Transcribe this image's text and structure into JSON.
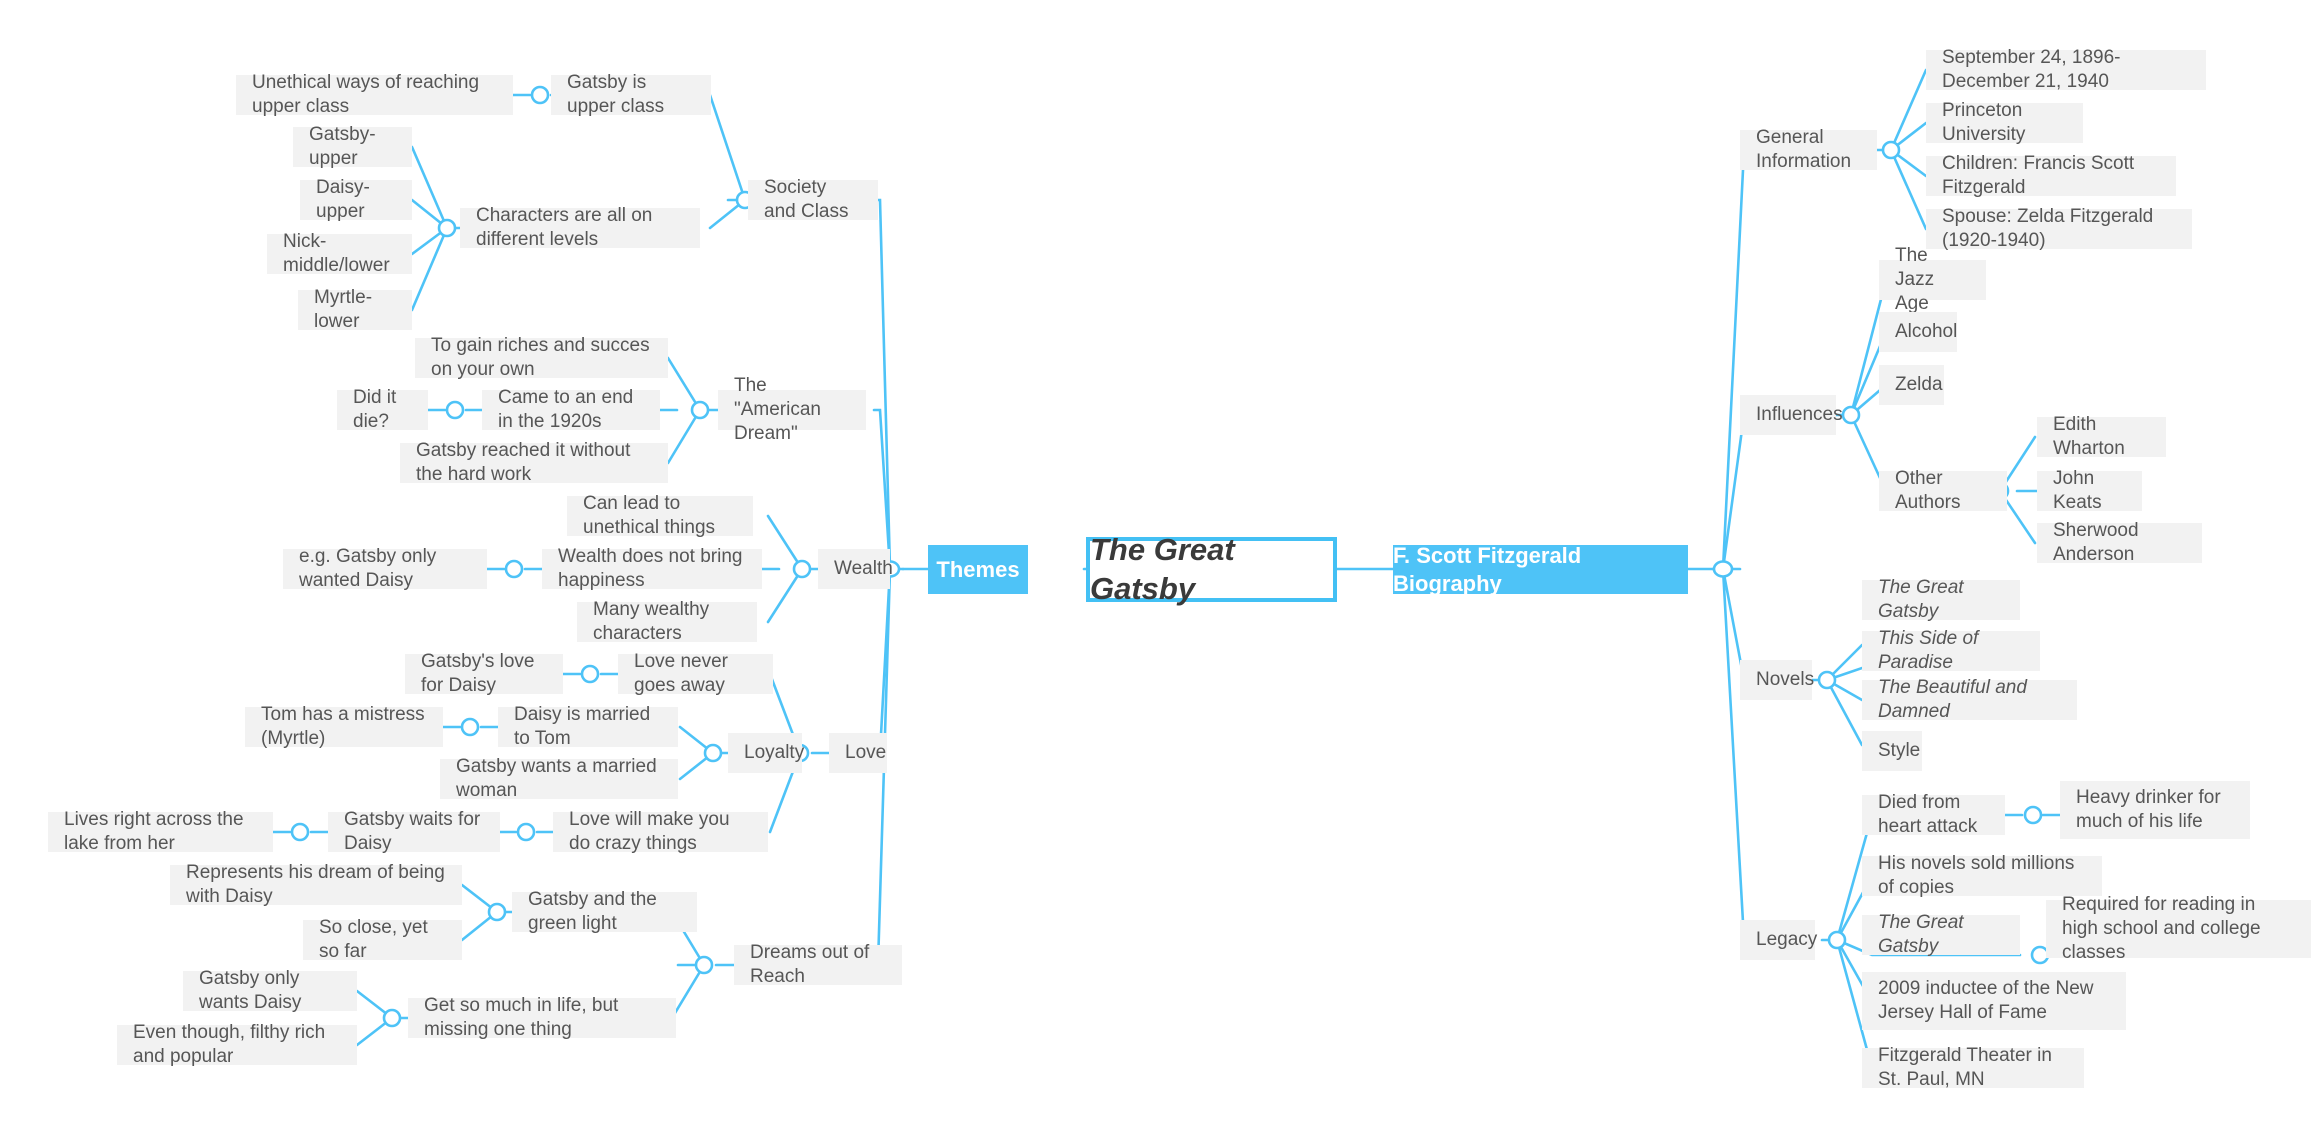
{
  "meta": {
    "accent": "#4ec3f7",
    "node_bg": "#f2f2f2",
    "node_text": "#565656",
    "root_border": "#43c0f4"
  },
  "root": {
    "label": "The Great Gatsby"
  },
  "branches": {
    "themes": {
      "label": "Themes"
    },
    "biography": {
      "label": "F. Scott Fitzgerald Biography"
    }
  },
  "themes": {
    "society": {
      "label": "Society and Class",
      "children": [
        {
          "label": "Gatsby is upper class",
          "children": [
            {
              "label": "Unethical ways of reaching upper class"
            }
          ]
        },
        {
          "label": "Characters are all on different levels",
          "children": [
            {
              "label": "Gatsby- upper"
            },
            {
              "label": "Daisy- upper"
            },
            {
              "label": "Nick- middle/lower"
            },
            {
              "label": "Myrtle- lower"
            }
          ]
        }
      ]
    },
    "american_dream": {
      "label": "The \"American Dream\"",
      "children": [
        {
          "label": "To gain riches and succes on your own"
        },
        {
          "label": "Came to an end in the 1920s",
          "children": [
            {
              "label": "Did it die?"
            }
          ]
        },
        {
          "label": "Gatsby reached it without the hard work"
        }
      ]
    },
    "wealth": {
      "label": "Wealth",
      "children": [
        {
          "label": "Can lead to unethical things"
        },
        {
          "label": "Wealth does not bring happiness",
          "children": [
            {
              "label": "e.g. Gatsby only wanted Daisy"
            }
          ]
        },
        {
          "label": "Many wealthy characters"
        }
      ]
    },
    "love": {
      "label": "Love",
      "children": [
        {
          "label": "Love never goes away",
          "children": [
            {
              "label": "Gatsby's love for Daisy"
            }
          ]
        },
        {
          "label": "Loyalty",
          "children": [
            {
              "label": "Daisy  is married to Tom",
              "children": [
                {
                  "label": "Tom has a mistress (Myrtle)"
                }
              ]
            },
            {
              "label": "Gatsby wants a married woman"
            }
          ]
        },
        {
          "label": "Love will make you do crazy things",
          "children": [
            {
              "label": "Gatsby waits for Daisy",
              "children": [
                {
                  "label": "Lives right across the lake from her"
                }
              ]
            }
          ]
        }
      ]
    },
    "dreams": {
      "label": "Dreams out of Reach",
      "children": [
        {
          "label": "Gatsby and the green light",
          "children": [
            {
              "label": "Represents his dream of being with Daisy"
            },
            {
              "label": "So close, yet so far"
            }
          ]
        },
        {
          "label": "Get so much in life, but missing one thing",
          "children": [
            {
              "label": "Gatsby only wants Daisy"
            },
            {
              "label": "Even though, filthy rich and popular"
            }
          ]
        }
      ]
    }
  },
  "biography": {
    "general": {
      "label": "General Information",
      "children": [
        {
          "label": "September 24, 1896- December 21, 1940"
        },
        {
          "label": "Princeton University"
        },
        {
          "label": "Children: Francis Scott Fitzgerald"
        },
        {
          "label": "Spouse: Zelda Fitzgerald (1920-1940)"
        }
      ]
    },
    "influences": {
      "label": "Influences",
      "children": [
        {
          "label": "The Jazz Age"
        },
        {
          "label": "Alcohol"
        },
        {
          "label": "Zelda"
        },
        {
          "label": "Other Authors",
          "children": [
            {
              "label": "Edith Wharton"
            },
            {
              "label": "John Keats"
            },
            {
              "label": "Sherwood Anderson"
            }
          ]
        }
      ]
    },
    "novels": {
      "label": "Novels",
      "children": [
        {
          "label": "The Great Gatsby",
          "italic": true
        },
        {
          "label": "This Side of Paradise",
          "italic": true
        },
        {
          "label": "The Beautiful and Damned",
          "italic": true
        },
        {
          "label": "Style"
        }
      ]
    },
    "legacy": {
      "label": "Legacy",
      "children": [
        {
          "label": "Died from heart attack",
          "children": [
            {
              "label": "Heavy drinker for much of his life"
            }
          ]
        },
        {
          "label": "His novels sold millions of copies"
        },
        {
          "label": "The Great Gatsby",
          "italic": true,
          "children": [
            {
              "label": "Required for reading in high school and college classes"
            }
          ]
        },
        {
          "label": "2009 inductee of the New Jersey Hall of Fame"
        },
        {
          "label": "Fitzgerald Theater in St. Paul, MN"
        }
      ]
    }
  }
}
